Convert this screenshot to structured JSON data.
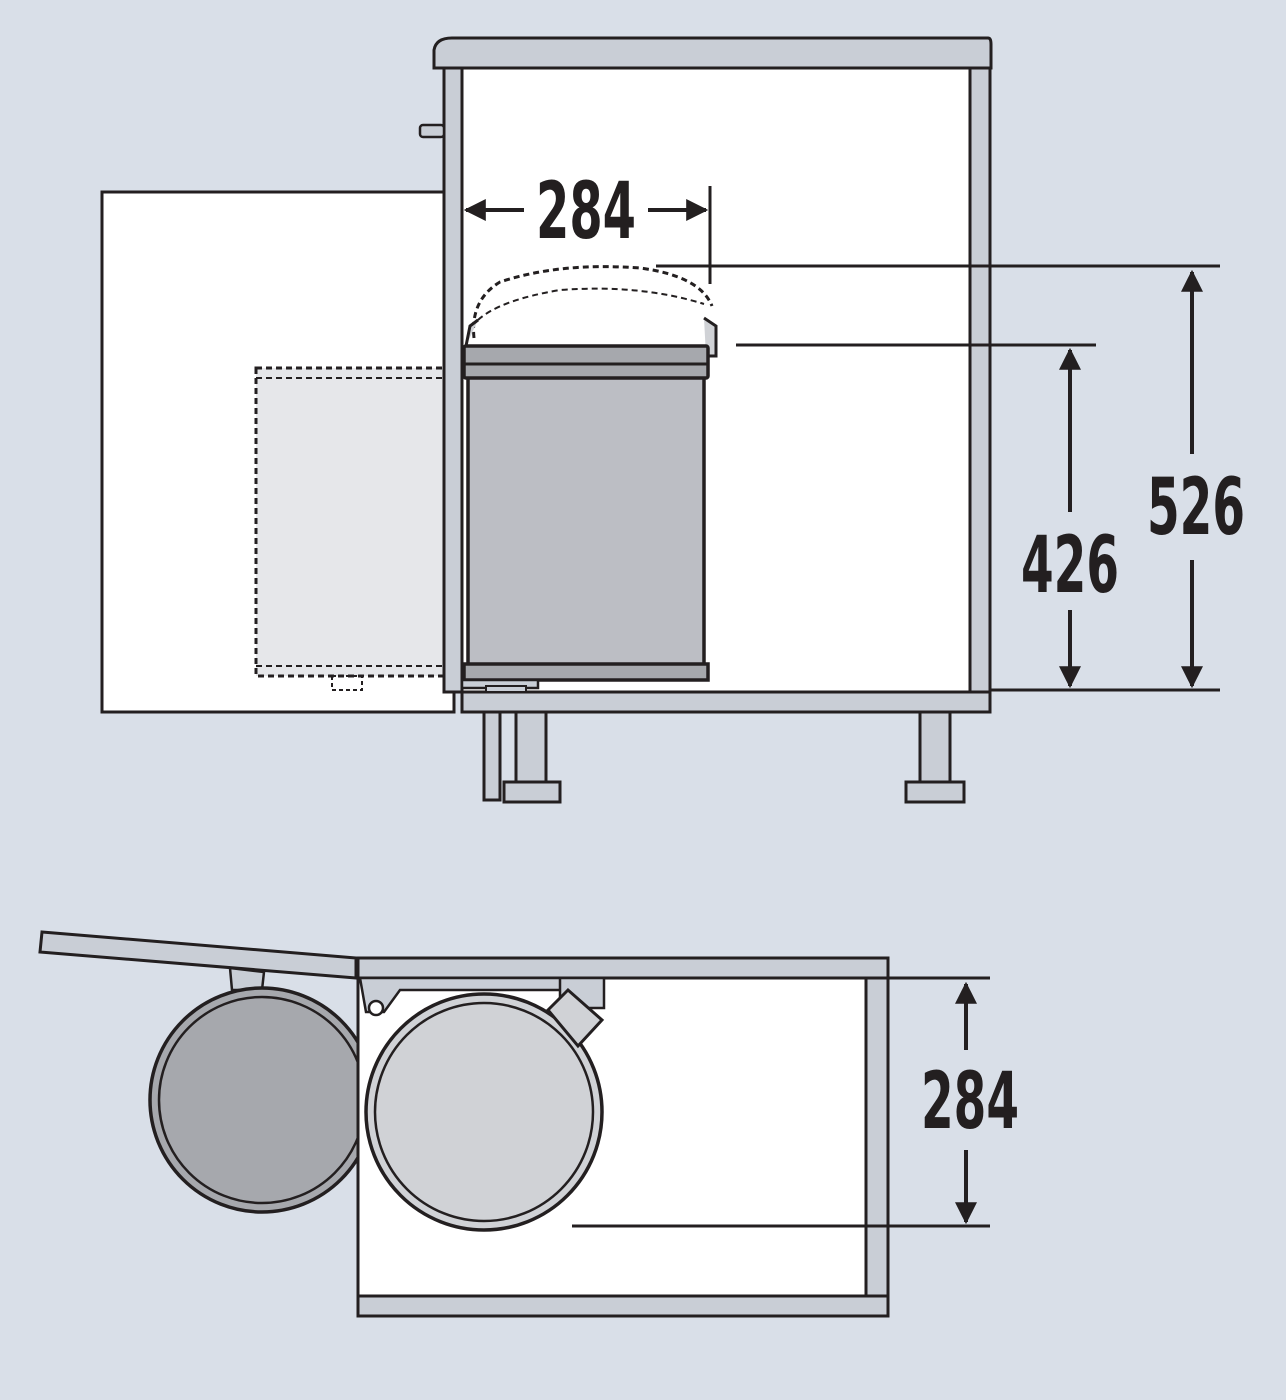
{
  "diagram": {
    "side_view": {
      "width_dimension": "284",
      "bin_height_dimension": "426",
      "total_height_dimension": "526"
    },
    "top_view": {
      "depth_dimension": "284"
    }
  },
  "colors": {
    "background": "#d9dfe8",
    "outline": "#231f20",
    "cabinet_fill": "#ffffff",
    "cabinet_edge": "#c9ced6",
    "bin_body": "#bcbec4",
    "bin_dark": "#a6a8ad",
    "bin_light": "#d0d2d6",
    "door_open_fill": "#e6e7ea"
  }
}
